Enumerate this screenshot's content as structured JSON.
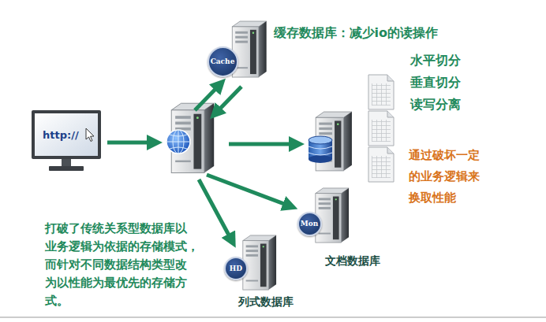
{
  "diagram": {
    "nodes": [
      {
        "text": [
          "http://"
        ]
      },
      {
        "text": [
          "Cache",
          "缓存数据库：减少io的读操作"
        ]
      },
      {
        "text": [
          "Mon",
          "文档数据库"
        ]
      },
      {
        "text": [
          "HD",
          "列式数据库"
        ]
      }
    ],
    "labels": [
      "水平切分",
      "垂直切分",
      "读写分离",
      "通过破坏一定 的业务逻辑来 换取性能",
      "打破了传统关系型数据库以 业务逻辑为依据的存储模式， 而针对不同数据结构类型改 为以性能为最优先的存储方 式。"
    ]
  }
}
